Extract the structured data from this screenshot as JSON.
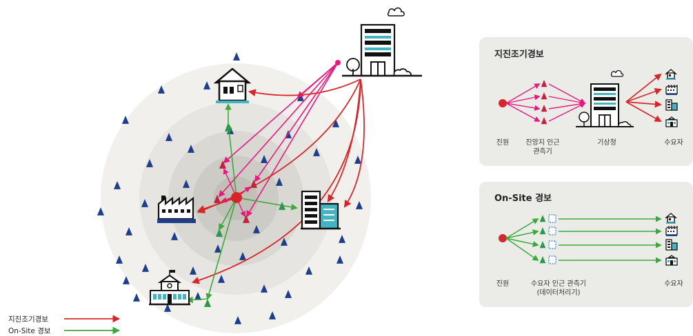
{
  "legend": {
    "eew_label": "지진조기경보",
    "onsite_label": "On-Site 경보"
  },
  "panel_eew": {
    "title": "지진조기경보",
    "label_source": "진원",
    "label_station_line1": "진앙지 인근",
    "label_station_line2": "관측기",
    "label_kma": "기상청",
    "label_users": "수요자"
  },
  "panel_onsite": {
    "title": "On-Site 경보",
    "label_source": "진원",
    "label_station_line1": "수요자 인근 관측기",
    "label_station_line2": "(데이터처리기)",
    "label_users": "수요자"
  },
  "colors": {
    "eew": "#d7262a",
    "onsite": "#3aaa3a",
    "telemetry": "#e5197f",
    "sensor_blue": "#1d3e8a",
    "sensor_red": "#c0243a",
    "sensor_green": "#2a9a4a",
    "panel_bg": "#ebebe8",
    "building_teal": "#44b5c0"
  },
  "icons": [
    "house-icon",
    "factory-icon",
    "office-building-icon",
    "school-icon",
    "weather-agency-building-icon",
    "cloud-icon",
    "seismometer-icon",
    "data-processor-icon",
    "epicenter-icon"
  ]
}
